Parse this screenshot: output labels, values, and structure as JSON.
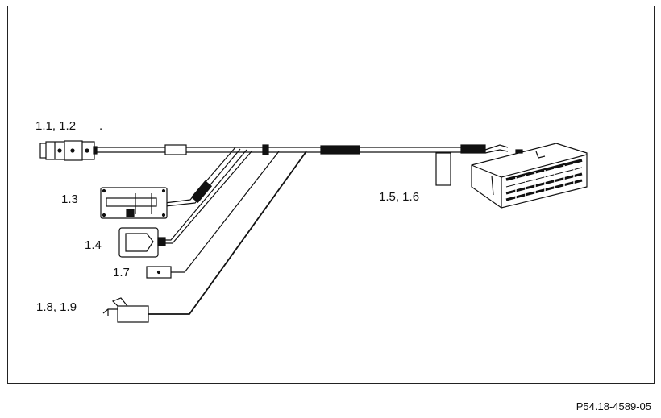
{
  "labels": {
    "l1": "1.1, 1.2",
    "l1_mark": ".",
    "l3": "1.3",
    "l4": "1.4",
    "l5": "1.5, 1.6",
    "l7": "1.7",
    "l8": "1.8, 1.9"
  },
  "reference": "P54.18-4589-05",
  "colors": {
    "line": "#111111",
    "sleeve": "#111111",
    "background": "#ffffff"
  }
}
